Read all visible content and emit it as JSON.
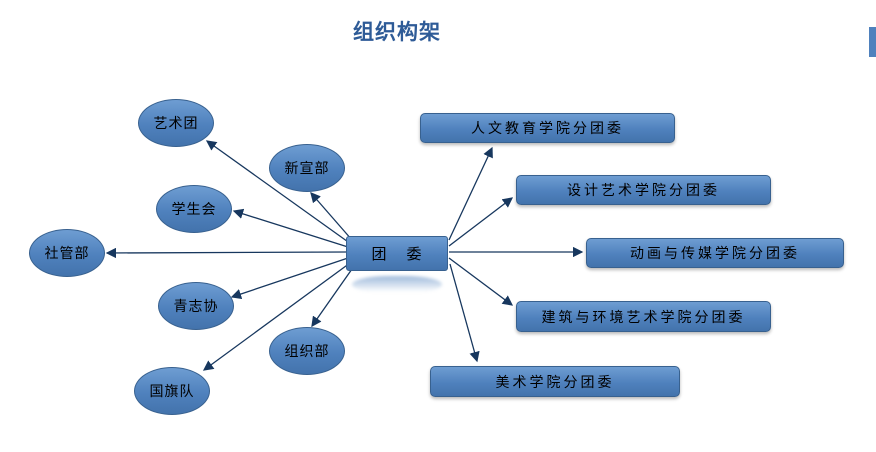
{
  "title": "组织构架",
  "center_node": {
    "label": "团    委"
  },
  "left_nodes": [
    {
      "label": "艺术团"
    },
    {
      "label": "新宣部"
    },
    {
      "label": "学生会"
    },
    {
      "label": "社管部"
    },
    {
      "label": "青志协"
    },
    {
      "label": "组织部"
    },
    {
      "label": "国旗队"
    }
  ],
  "right_nodes": [
    {
      "label": "人文教育学院分团委"
    },
    {
      "label": "设计艺术学院分团委"
    },
    {
      "label": "动画与传媒学院分团委"
    },
    {
      "label": "建筑与环境艺术学院分团委"
    },
    {
      "label": "美术学院分团委"
    }
  ],
  "colors": {
    "title_color": "#2E5B97",
    "node_fill": "#4F81BD",
    "node_fill_light": "#6E9DD2",
    "node_fill_dark": "#4373AC",
    "node_border": "#38618F",
    "node_text": "#000000",
    "arrow_color": "#17375E"
  }
}
